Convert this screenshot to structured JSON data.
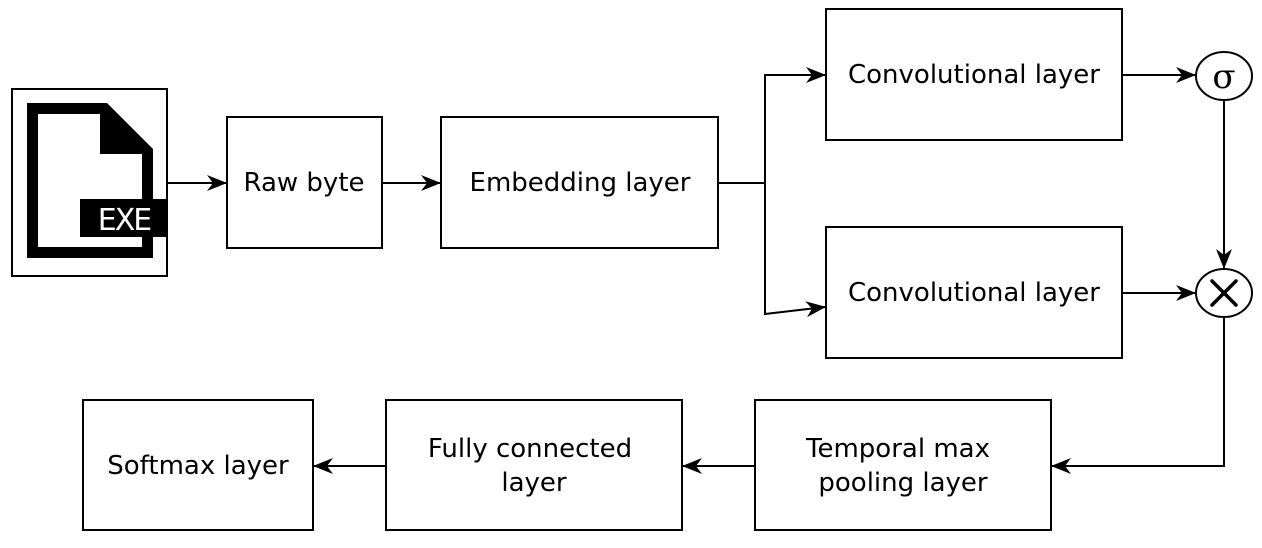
{
  "diagram": {
    "file_icon": {
      "badge_text": "EXE"
    },
    "nodes": {
      "raw_byte": {
        "label": "Raw byte"
      },
      "embedding": {
        "label": "Embedding layer"
      },
      "conv_top": {
        "label": "Convolutional layer"
      },
      "conv_bottom": {
        "label": "Convolutional layer"
      },
      "sigma": {
        "symbol": "σ"
      },
      "multiply": {
        "symbol": "×"
      },
      "temporal_pool": {
        "line1": "Temporal max",
        "line2": "pooling layer"
      },
      "fully_connected": {
        "line1": "Fully connected",
        "line2": "layer"
      },
      "softmax": {
        "label": "Softmax layer"
      }
    }
  }
}
